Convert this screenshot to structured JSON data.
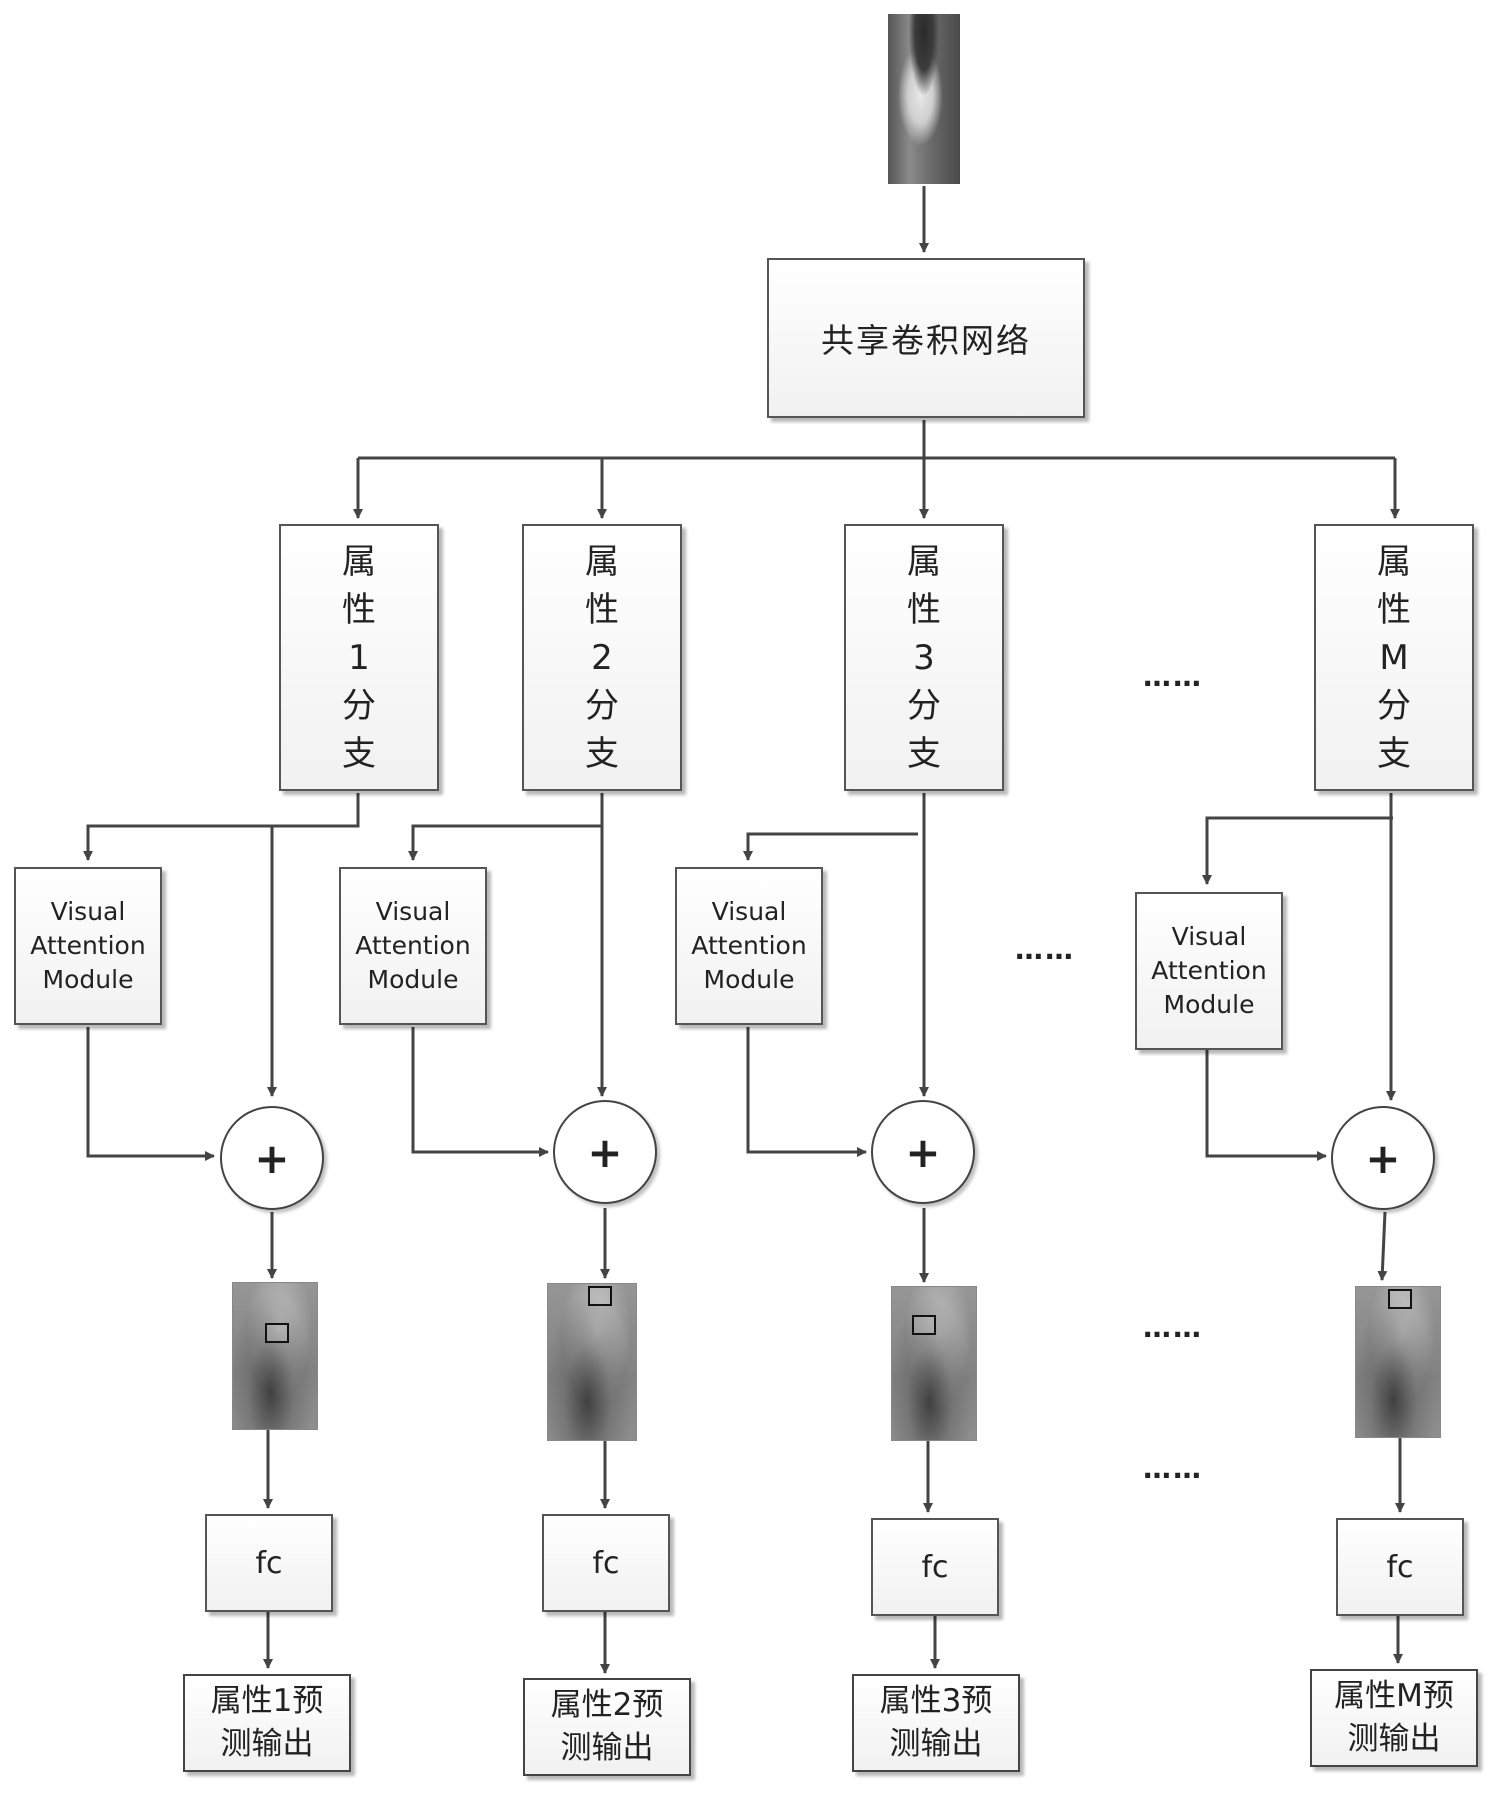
{
  "shared_network": {
    "label": "共享卷积网络"
  },
  "branches": [
    {
      "chars": [
        "属",
        "性",
        "1",
        "分",
        "支"
      ],
      "vam": [
        "Visual",
        "Attention",
        "Module"
      ],
      "plus": "+",
      "fc": "fc",
      "output": [
        "属性1预",
        "测输出"
      ]
    },
    {
      "chars": [
        "属",
        "性",
        "2",
        "分",
        "支"
      ],
      "vam": [
        "Visual",
        "Attention",
        "Module"
      ],
      "plus": "+",
      "fc": "fc",
      "output": [
        "属性2预",
        "测输出"
      ]
    },
    {
      "chars": [
        "属",
        "性",
        "3",
        "分",
        "支"
      ],
      "vam": [
        "Visual",
        "Attention",
        "Module"
      ],
      "plus": "+",
      "fc": "fc",
      "output": [
        "属性3预",
        "测输出"
      ]
    },
    {
      "chars": [
        "属",
        "性",
        "M",
        "分",
        "支"
      ],
      "vam": [
        "Visual",
        "Attention",
        "Module"
      ],
      "plus": "+",
      "fc": "fc",
      "output": [
        "属性M预",
        "测输出"
      ]
    }
  ],
  "ellipsis": "……",
  "colors": {
    "line": "#444444",
    "box_border": "#555555"
  }
}
